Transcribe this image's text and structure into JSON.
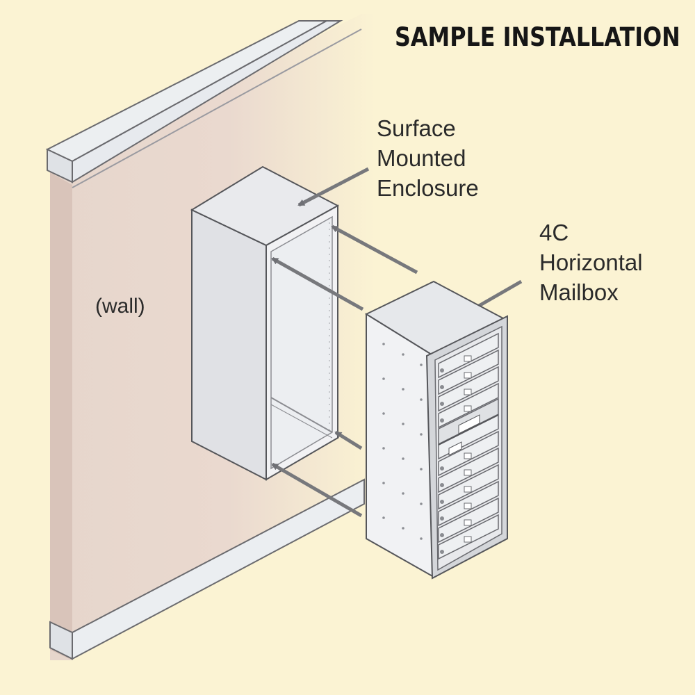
{
  "title": "SAMPLE INSTALLATION",
  "enclosure_label": [
    "Surface",
    "Mounted",
    "Enclosure"
  ],
  "mailbox_label": [
    "4C",
    "Horizontal",
    "Mailbox"
  ],
  "wall_label": "(wall)",
  "colors": {
    "background": "#fbf3d3",
    "wall": "#e8d8cf",
    "wall_edge": "#cdb9ae",
    "metal": "#e3e4e7",
    "metal_dark": "#c7c9ce",
    "outline": "#5a5a5e",
    "arrow": "#77787c"
  }
}
